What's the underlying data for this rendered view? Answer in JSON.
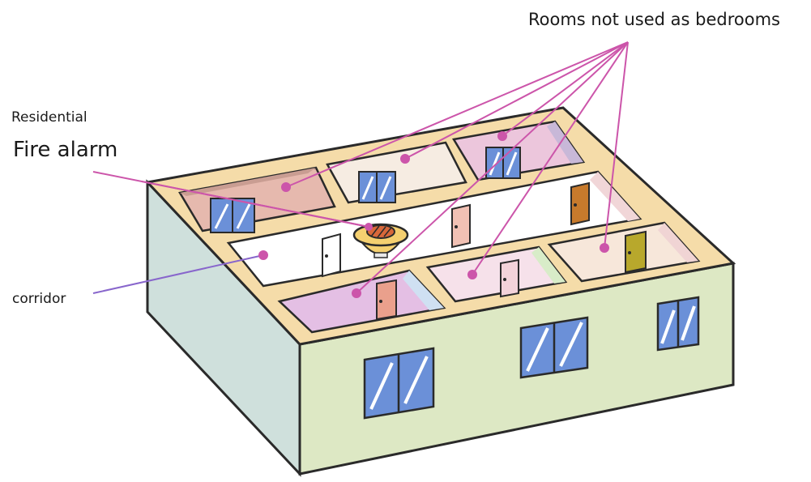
{
  "labels": {
    "rooms_not_bedrooms": "Rooms not used as bedrooms",
    "residential": "Residential",
    "fire_alarm": "Fire alarm",
    "corridor": "corridor"
  },
  "colors": {
    "leader": "#cc55aa",
    "corridor_leader": "#8866cc",
    "outline": "#2a2a2a",
    "wall_top": "#f5dca9",
    "front_wall": "#dde8c4",
    "side_wall": "#cfe0dc",
    "window_glass": "#6b90d8"
  }
}
